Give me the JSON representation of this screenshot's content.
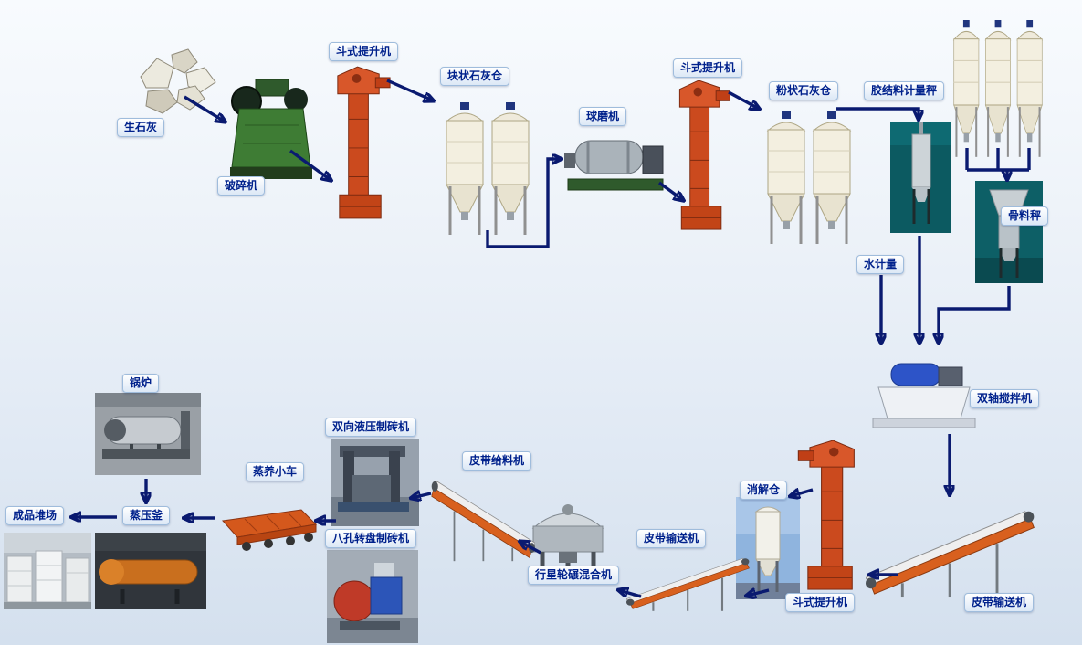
{
  "diagram": {
    "type": "process-flow",
    "language": "zh-CN",
    "arrow_color": "#0a1a70",
    "label_text_color": "#00218c",
    "label_border_color": "#9fbcdc",
    "elevator_color": "#cb4a1e",
    "silo_color": "#f3efe0",
    "background_top": "#f8fbfe",
    "background_bottom": "#d4e0ee"
  },
  "nodes": [
    {
      "id": "quicklime",
      "label": "生石灰"
    },
    {
      "id": "crusher",
      "label": "破碎机"
    },
    {
      "id": "bucket-elevator-1",
      "label": "斗式提升机"
    },
    {
      "id": "lump-lime-silo",
      "label": "块状石灰仓"
    },
    {
      "id": "ball-mill",
      "label": "球磨机"
    },
    {
      "id": "bucket-elevator-2",
      "label": "斗式提升机"
    },
    {
      "id": "powder-lime-silo",
      "label": "粉状石灰仓"
    },
    {
      "id": "binder-scale",
      "label": "胶结料计量秤"
    },
    {
      "id": "aggregate-scale",
      "label": "骨料秤"
    },
    {
      "id": "water-meter",
      "label": "水计量"
    },
    {
      "id": "twin-shaft-mixer",
      "label": "双轴搅拌机"
    },
    {
      "id": "belt-conveyor-right",
      "label": "皮带输送机"
    },
    {
      "id": "bucket-elevator-3",
      "label": "斗式提升机"
    },
    {
      "id": "digestion-silo",
      "label": "消解仓"
    },
    {
      "id": "belt-conveyor-middle",
      "label": "皮带输送机"
    },
    {
      "id": "planetary-mixer",
      "label": "行星轮碾混合机"
    },
    {
      "id": "belt-feeder",
      "label": "皮带给料机"
    },
    {
      "id": "hydraulic-brick-press",
      "label": "双向液压制砖机"
    },
    {
      "id": "rotary-brick-press",
      "label": "八孔转盘制砖机"
    },
    {
      "id": "curing-trolley",
      "label": "蒸养小车"
    },
    {
      "id": "autoclave",
      "label": "蒸压釜"
    },
    {
      "id": "product-yard",
      "label": "成品堆场"
    },
    {
      "id": "boiler",
      "label": "锅炉"
    }
  ],
  "flow": [
    {
      "from": "生石灰",
      "to": "破碎机"
    },
    {
      "from": "破碎机",
      "to": "斗式提升机"
    },
    {
      "from": "斗式提升机",
      "to": "块状石灰仓"
    },
    {
      "from": "块状石灰仓",
      "to": "球磨机"
    },
    {
      "from": "球磨机",
      "to": "斗式提升机"
    },
    {
      "from": "斗式提升机",
      "to": "粉状石灰仓"
    },
    {
      "from": "粉状石灰仓",
      "to": "胶结料计量秤"
    },
    {
      "from": "胶结料计量秤",
      "to": "双轴搅拌机"
    },
    {
      "from": "骨料秤",
      "to": "双轴搅拌机"
    },
    {
      "from": "水计量",
      "to": "双轴搅拌机"
    },
    {
      "from": "双轴搅拌机",
      "to": "皮带输送机"
    },
    {
      "from": "皮带输送机",
      "to": "斗式提升机"
    },
    {
      "from": "斗式提升机",
      "to": "消解仓"
    },
    {
      "from": "消解仓",
      "to": "皮带输送机"
    },
    {
      "from": "皮带输送机",
      "to": "行星轮碾混合机"
    },
    {
      "from": "行星轮碾混合机",
      "to": "皮带给料机"
    },
    {
      "from": "皮带给料机",
      "to": "双向液压制砖机 / 八孔转盘制砖机"
    },
    {
      "from": "双向液压制砖机 / 八孔转盘制砖机",
      "to": "蒸养小车"
    },
    {
      "from": "蒸养小车",
      "to": "蒸压釜"
    },
    {
      "from": "蒸压釜",
      "to": "成品堆场"
    },
    {
      "from": "锅炉",
      "to": "蒸压釜"
    }
  ]
}
